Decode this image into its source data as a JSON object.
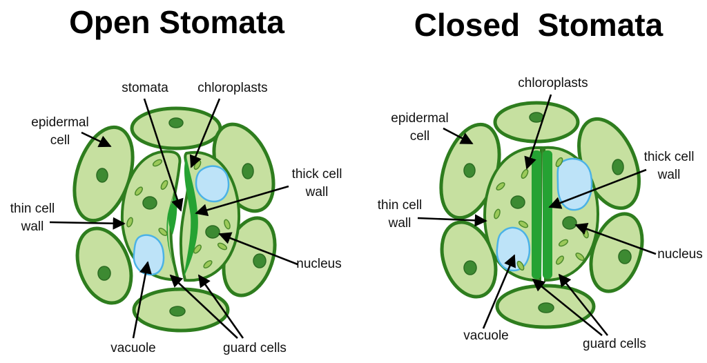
{
  "open": {
    "title": "Open Stomata",
    "labels": {
      "stomata": "stomata",
      "chloroplasts": "chloroplasts",
      "epidermal_line1": "epidermal",
      "epidermal_line2": "cell",
      "thick_line1": "thick cell",
      "thick_line2": "wall",
      "thin_line1": "thin cell",
      "thin_line2": "wall",
      "nucleus": "nucleus",
      "vacuole": "vacuole",
      "guard_cells": "guard cells"
    }
  },
  "closed": {
    "title": "Closed  Stomata",
    "labels": {
      "chloroplasts": "chloroplasts",
      "epidermal_line1": "epidermal",
      "epidermal_line2": "cell",
      "thick_line1": "thick cell",
      "thick_line2": "wall",
      "thin_line1": "thin cell",
      "thin_line2": "wall",
      "nucleus": "nucleus",
      "vacuole": "vacuole",
      "guard_cells": "guard cells"
    }
  },
  "colors": {
    "epidermal_fill": "#c6e0a0",
    "cell_wall": "#2e7d1e",
    "thick_wall": "#25a233",
    "vacuole_fill": "#bde3f8",
    "vacuole_edge": "#4bb2e6",
    "nucleus": "#3d8a32",
    "text": "#000000"
  }
}
